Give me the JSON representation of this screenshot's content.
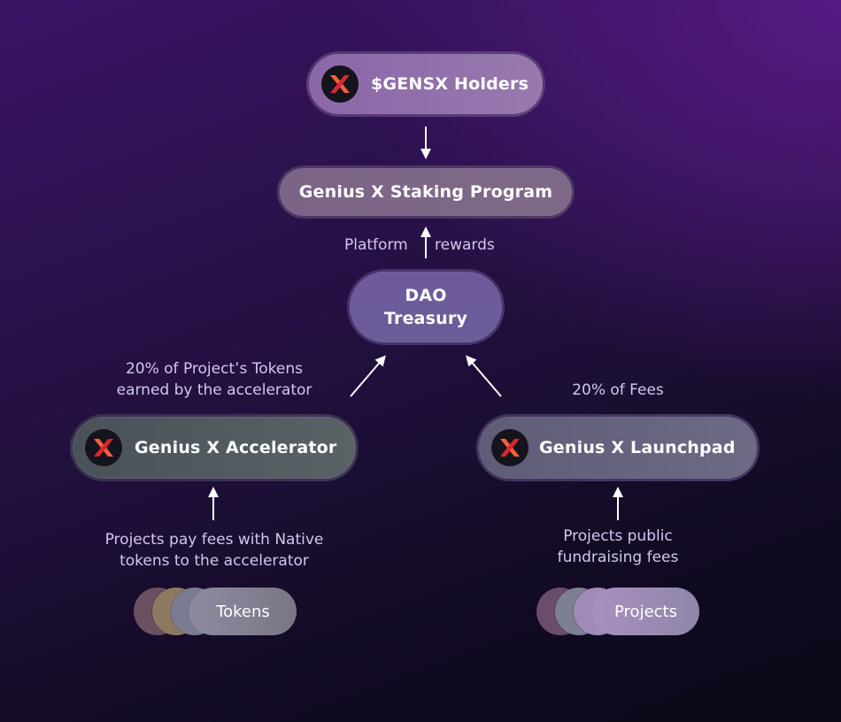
{
  "nodes": {
    "holders": {
      "label": "$GENSX Holders",
      "icon": "genius-x-logo-icon"
    },
    "staking": {
      "label": "Genius X Staking Program"
    },
    "dao": {
      "line1": "DAO",
      "line2": "Treasury"
    },
    "accelerator": {
      "label": "Genius X Accelerator",
      "icon": "genius-x-logo-icon"
    },
    "launchpad": {
      "label": "Genius X Launchpad",
      "icon": "genius-x-logo-icon"
    }
  },
  "labels": {
    "platform": "Platform",
    "rewards": "rewards",
    "project_tokens_line1": "20% of Project’s Tokens",
    "project_tokens_line2": "earned by the accelerator",
    "fees": "20% of Fees",
    "native_line1": "Projects pay fees with Native",
    "native_line2": "tokens to the accelerator",
    "public_line1": "Projects public",
    "public_line2": "fundraising fees"
  },
  "chips": {
    "tokens": {
      "label": "Tokens",
      "colors": [
        "#6a5060",
        "#8c7a60",
        "#7a7a90"
      ]
    },
    "projects": {
      "label": "Projects",
      "colors": [
        "#6a4d6a",
        "#7d8090",
        "#a08ab8"
      ]
    }
  },
  "colors": {
    "logo_orange": "#f4603c",
    "logo_red": "#d8262e",
    "text_lavender": "#d4c7f0",
    "arrow": "#ffffff"
  }
}
